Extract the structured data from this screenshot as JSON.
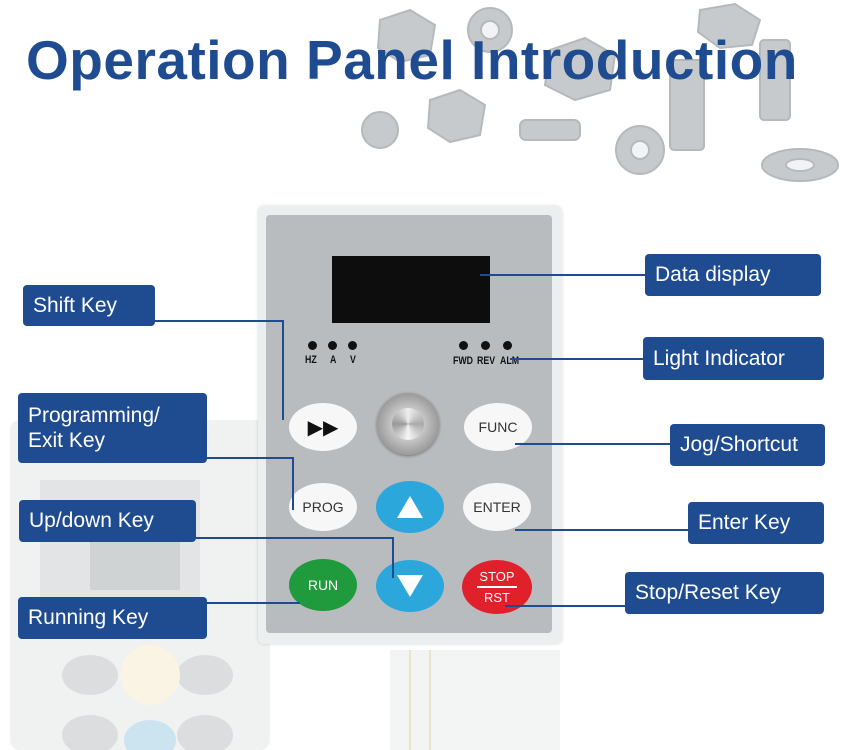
{
  "title": "Operation Panel Introduction",
  "panel": {
    "left_indicators": [
      "HZ",
      "A",
      "V"
    ],
    "right_indicators": [
      "FWD",
      "REV",
      "ALM"
    ],
    "keys": {
      "shift": "▶▶",
      "func": "FUNC",
      "prog": "PROG",
      "enter": "ENTER",
      "run": "RUN",
      "stop_top": "STOP",
      "stop_bottom": "RST"
    }
  },
  "labels": {
    "shift_key": "Shift Key",
    "programming_exit_line1": "Programming/",
    "programming_exit_line2": "Exit Key",
    "up_down_key": "Up/down Key",
    "running_key": "Running Key",
    "data_display": "Data display",
    "light_indicator": "Light Indicator",
    "jog_shortcut": "Jog/Shortcut",
    "enter_key": "Enter Key",
    "stop_reset_key": "Stop/Reset Key"
  },
  "colors": {
    "title": "#1f4b91",
    "label_bg": "#1f4b91",
    "panel": "#b9bcbf",
    "run_key": "#1f9a3c",
    "stop_key": "#e0202a",
    "arrow_keys": "#2ba7dc"
  }
}
